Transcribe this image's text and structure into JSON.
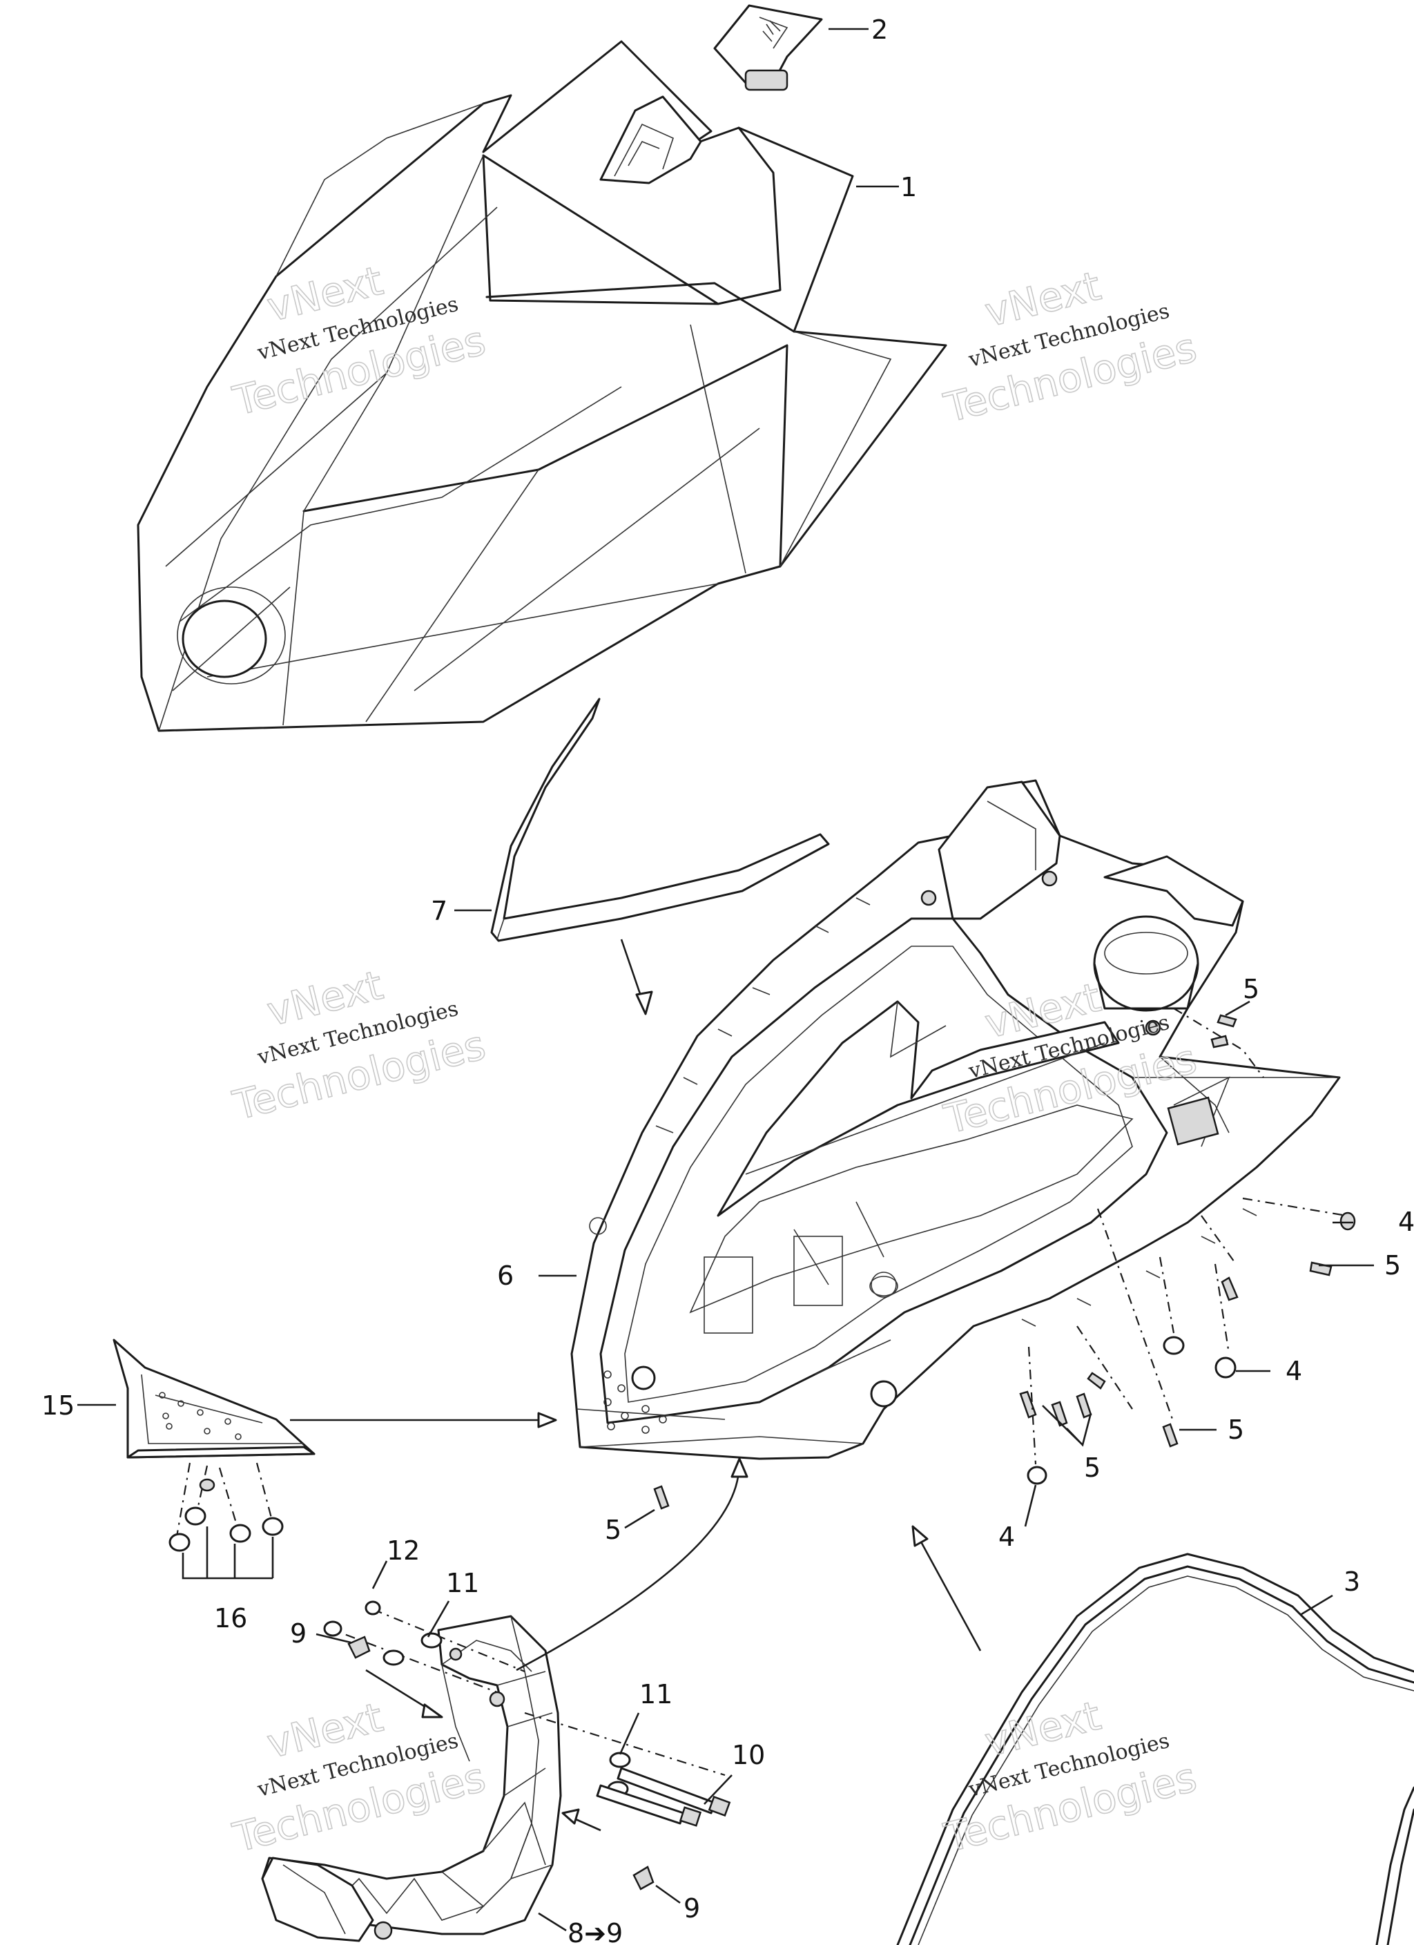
{
  "watermark": {
    "line1": "vNext",
    "line2": "vNext Technologies",
    "line3": "Technologies"
  },
  "callouts": [
    {
      "id": "c1",
      "text": "1"
    },
    {
      "id": "c2",
      "text": "2"
    },
    {
      "id": "c3",
      "text": "3"
    },
    {
      "id": "c4a",
      "text": "4"
    },
    {
      "id": "c4b",
      "text": "4"
    },
    {
      "id": "c4c",
      "text": "4"
    },
    {
      "id": "c5a",
      "text": "5"
    },
    {
      "id": "c5b",
      "text": "5"
    },
    {
      "id": "c5c",
      "text": "5"
    },
    {
      "id": "c5d",
      "text": "5"
    },
    {
      "id": "c5e",
      "text": "5"
    },
    {
      "id": "c6",
      "text": "6"
    },
    {
      "id": "c7",
      "text": "7"
    },
    {
      "id": "c8",
      "text": "8➔9"
    },
    {
      "id": "c9a",
      "text": "9"
    },
    {
      "id": "c9b",
      "text": "9"
    },
    {
      "id": "c10",
      "text": "10"
    },
    {
      "id": "c11a",
      "text": "11"
    },
    {
      "id": "c11b",
      "text": "11"
    },
    {
      "id": "c12",
      "text": "12"
    },
    {
      "id": "c15",
      "text": "15"
    },
    {
      "id": "c16",
      "text": "16"
    }
  ]
}
